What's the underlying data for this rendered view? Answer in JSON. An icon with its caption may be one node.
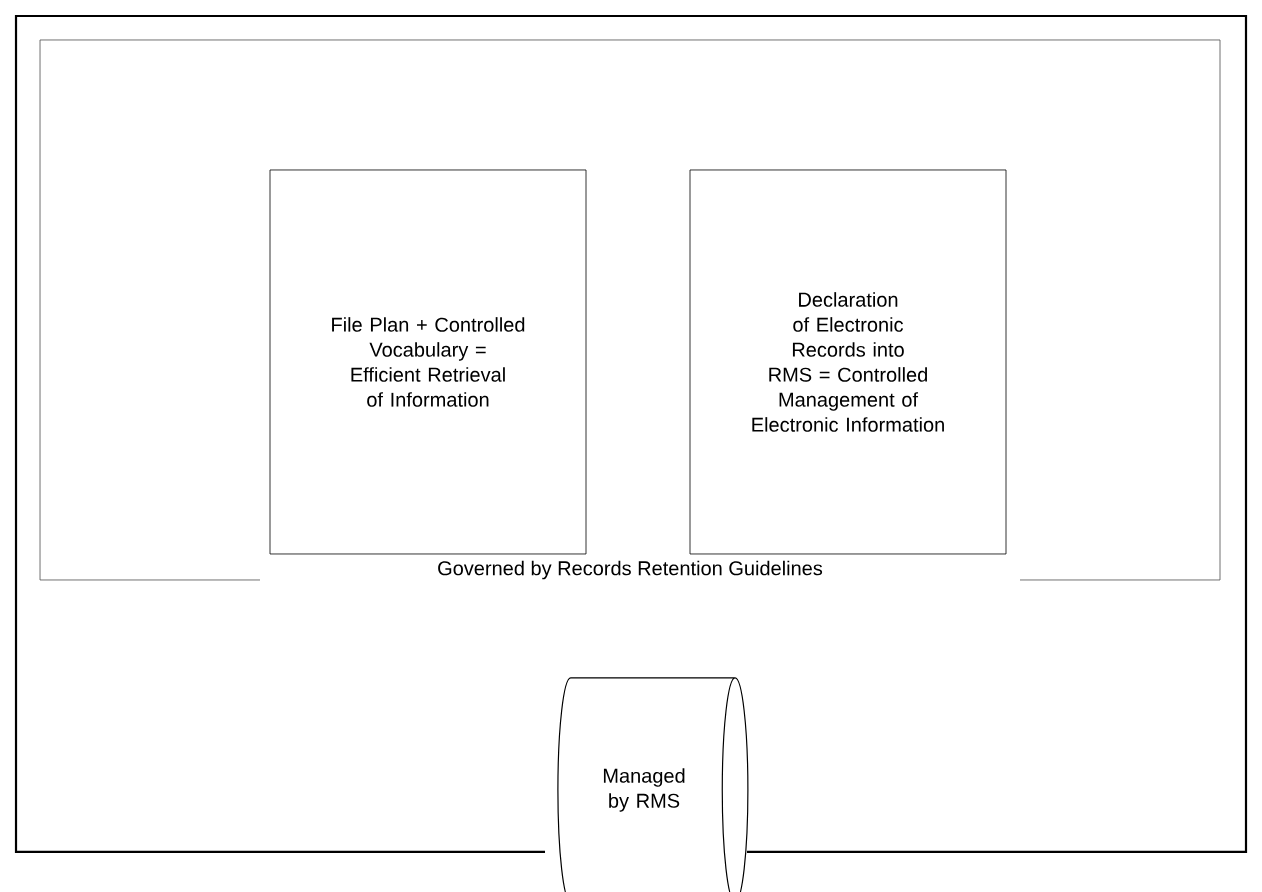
{
  "diagram": {
    "nodes": [
      {
        "text": [],
        "shape": "box"
      },
      {
        "text": [
          "Governed by Records Retention Guidelines"
        ],
        "in": 0
      },
      {
        "text": [
          "File Plan + Controlled Vocabulary = Efficient Retrieval of Information"
        ],
        "in": 1
      },
      {
        "text": [
          "Declaration of Electronic Records into RMS = Controlled Management of Electronic Information"
        ],
        "in": 1
      },
      {
        "text": [
          "Managed by RMS"
        ]
      }
    ]
  }
}
